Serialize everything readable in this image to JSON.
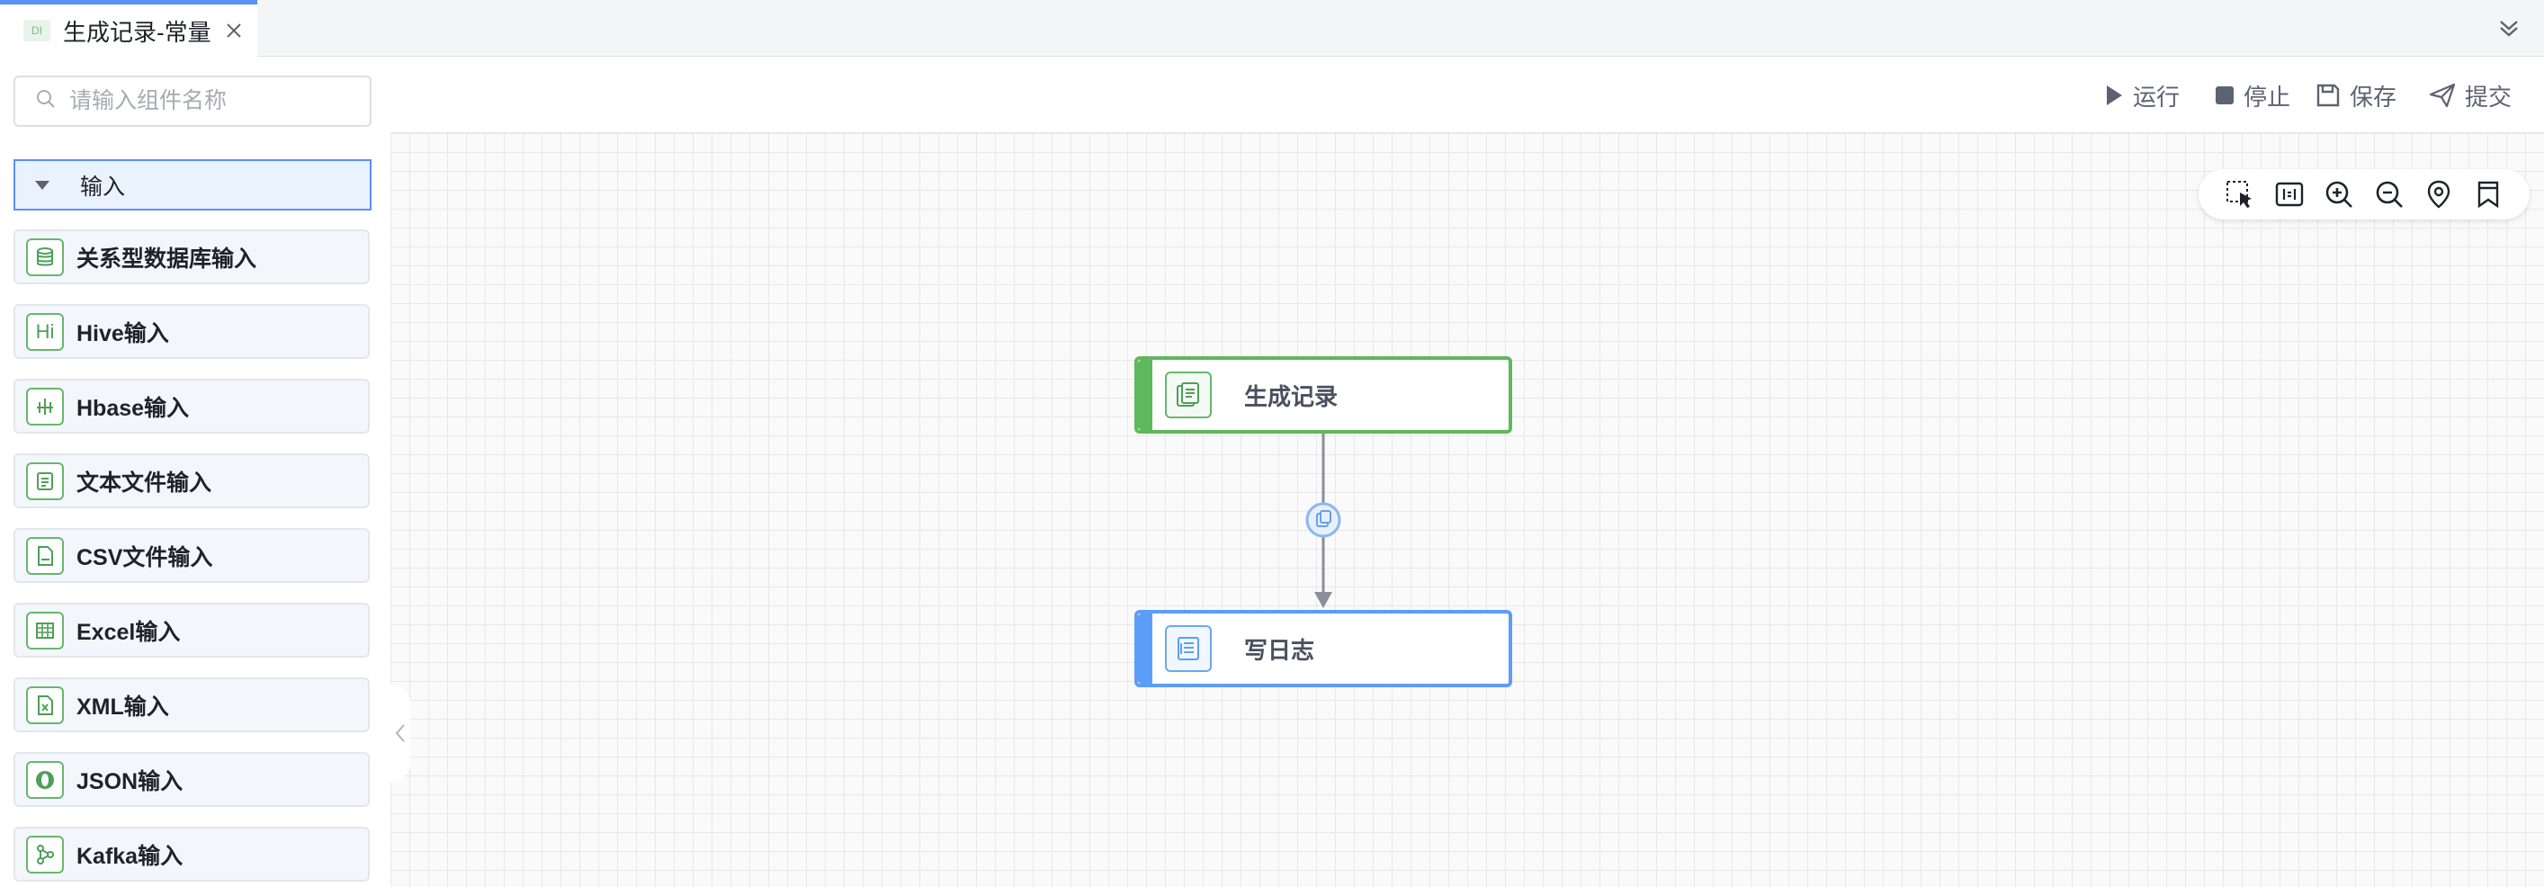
{
  "tab": {
    "icon_text": "DI",
    "title": "生成记录-常量"
  },
  "sidebar": {
    "search_placeholder": "请输入组件名称",
    "group_label": "输入",
    "items": [
      {
        "label": "关系型数据库输入",
        "icon": "database-icon"
      },
      {
        "label": "Hive输入",
        "icon": "hive-icon",
        "icon_text": "Hi"
      },
      {
        "label": "Hbase输入",
        "icon": "hbase-icon"
      },
      {
        "label": "文本文件输入",
        "icon": "text-file-icon"
      },
      {
        "label": "CSV文件输入",
        "icon": "csv-file-icon"
      },
      {
        "label": "Excel输入",
        "icon": "excel-table-icon"
      },
      {
        "label": "XML输入",
        "icon": "xml-file-icon"
      },
      {
        "label": "JSON输入",
        "icon": "json-icon"
      },
      {
        "label": "Kafka输入",
        "icon": "kafka-icon"
      }
    ]
  },
  "toolbar": {
    "run_label": "运行",
    "stop_label": "停止",
    "save_label": "保存",
    "submit_label": "提交"
  },
  "canvas": {
    "nodes": [
      {
        "label": "生成记录",
        "color": "#5fb85c"
      },
      {
        "label": "写日志",
        "color": "#5b9ef9"
      }
    ]
  },
  "colors": {
    "accent": "#5b8ff9",
    "green": "#5fb85c",
    "blue": "#5b9ef9"
  }
}
